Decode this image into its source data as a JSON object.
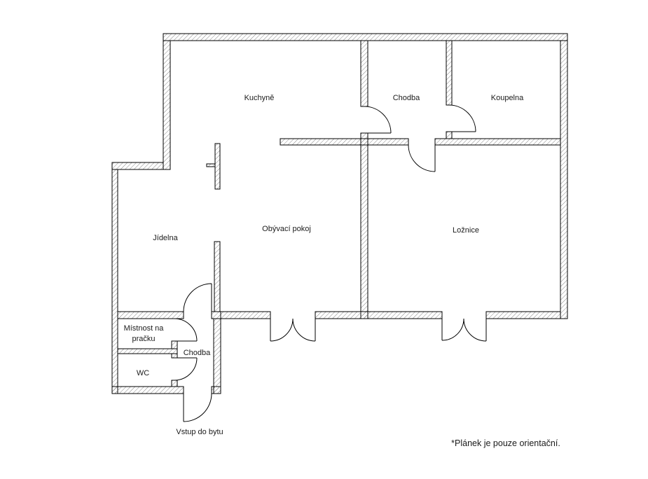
{
  "floorplan": {
    "rooms": {
      "kuchyne": {
        "label": "Kuchyně"
      },
      "chodba_top": {
        "label": "Chodba"
      },
      "koupelna": {
        "label": "Koupelna"
      },
      "jidelna": {
        "label": "Jídelna"
      },
      "obyvaci_pokoj": {
        "label": "Obývací pokoj"
      },
      "loznice": {
        "label": "Ložnice"
      },
      "mistnost_na_pracku": {
        "label": "Místnost na pračku"
      },
      "chodba_bottom": {
        "label": "Chodba"
      },
      "wc": {
        "label": "WC"
      }
    },
    "annotations": {
      "entrance": "Vstup do bytu",
      "disclaimer": "*Plánek je pouze orientační."
    },
    "colors": {
      "wall_outline": "#000000",
      "hatch": "#777777",
      "background": "#ffffff"
    }
  }
}
